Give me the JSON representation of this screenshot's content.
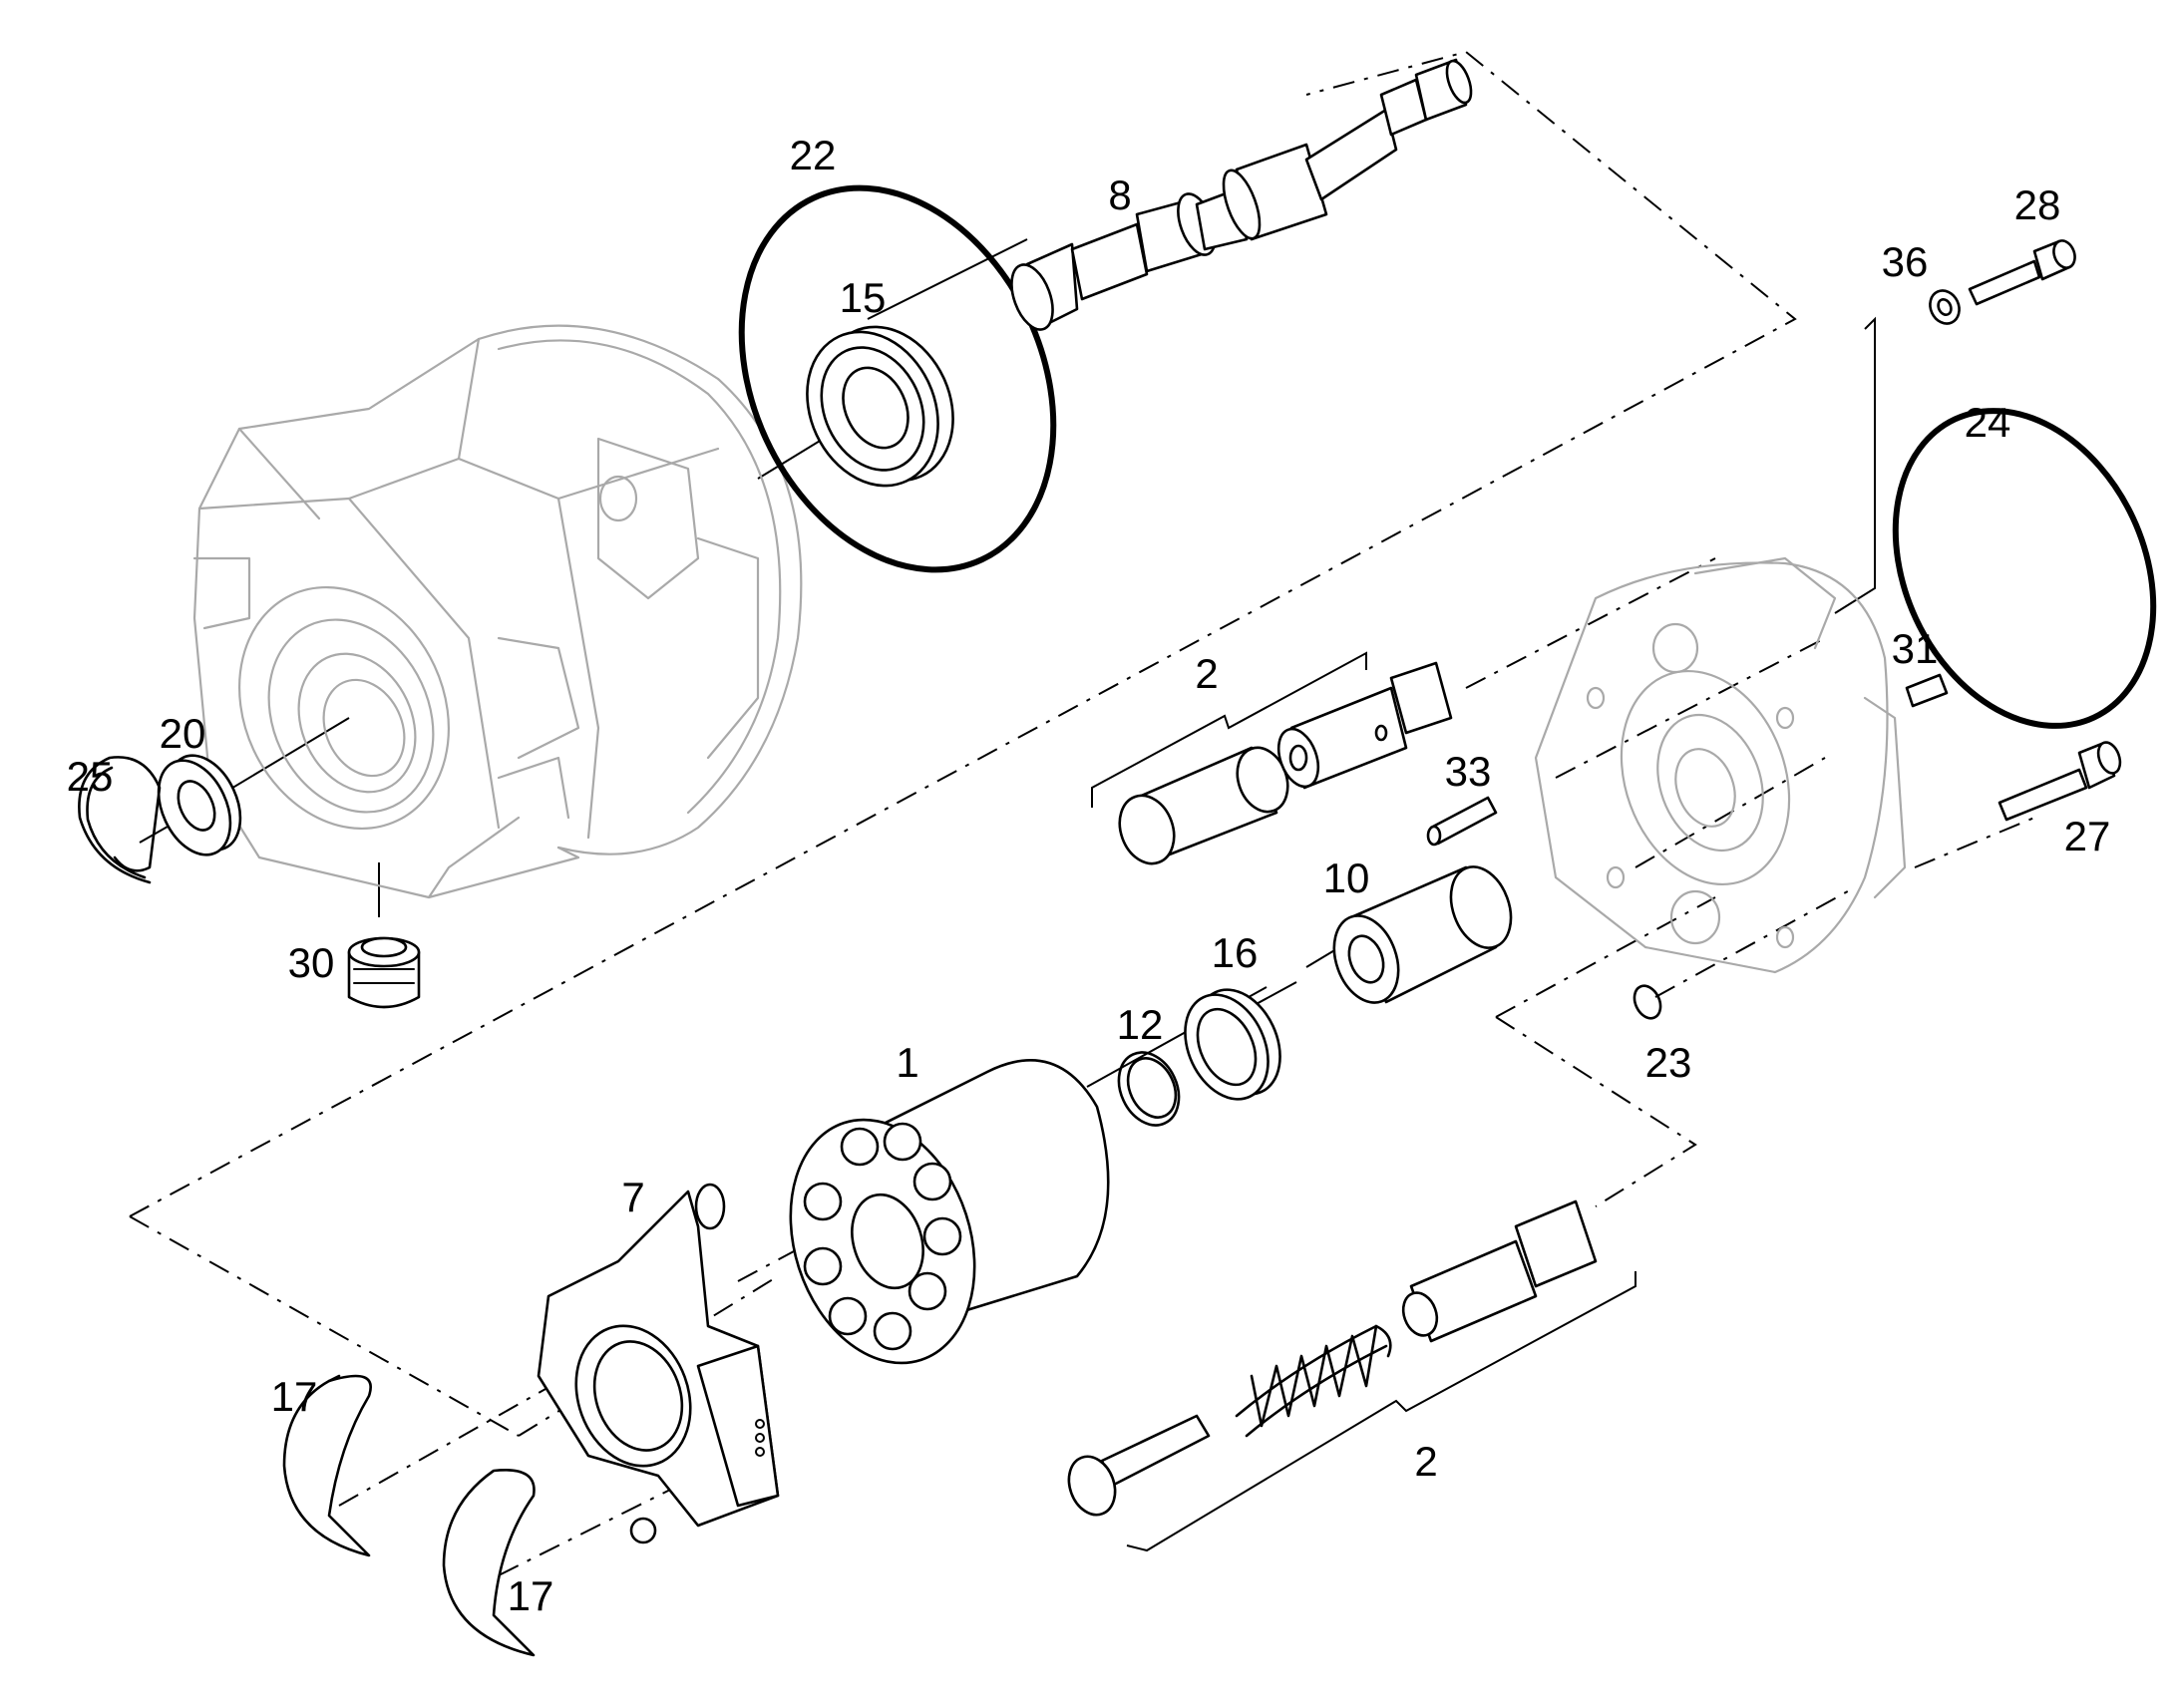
{
  "callouts": {
    "c1": "1",
    "c2a": "2",
    "c2b": "2",
    "c7": "7",
    "c8": "8",
    "c10": "10",
    "c12": "12",
    "c15": "15",
    "c16": "16",
    "c17a": "17",
    "c17b": "17",
    "c20": "20",
    "c22": "22",
    "c23": "23",
    "c24": "24",
    "c25": "25",
    "c27": "27",
    "c28": "28",
    "c30": "30",
    "c31": "31",
    "c33": "33",
    "c36": "36"
  }
}
